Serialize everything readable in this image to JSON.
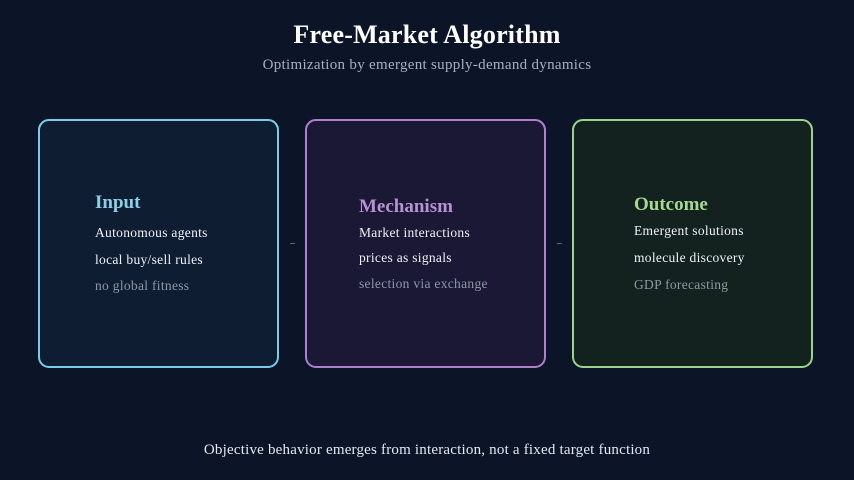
{
  "title": "Free-Market Algorithm",
  "subtitle": "Optimization by emergent supply-demand dynamics",
  "cards": [
    {
      "heading": "Input",
      "lines": [
        "Autonomous agents",
        "local buy/sell rules",
        "no global fitness"
      ],
      "accent": "#7ecbe8"
    },
    {
      "heading": "Mechanism",
      "lines": [
        "Market interactions",
        "prices as signals",
        "selection via exchange"
      ],
      "accent": "#b07fcb"
    },
    {
      "heading": "Outcome",
      "lines": [
        "Emergent solutions",
        "molecule discovery",
        "GDP forecasting"
      ],
      "accent": "#9bd38a"
    }
  ],
  "footer": "Objective behavior emerges from interaction, not a fixed target function",
  "colors": {
    "background": "#0c1528"
  }
}
